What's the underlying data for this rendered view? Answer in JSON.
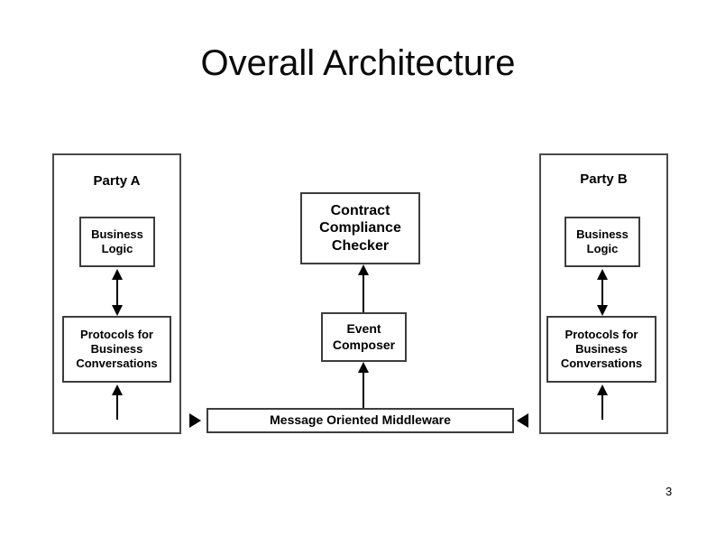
{
  "slide": {
    "title": "Overall Architecture",
    "page_number": "3",
    "background_color": "#ffffff",
    "line_color": "#000000",
    "box_border_color": "#4a4a4a"
  },
  "diagram": {
    "type": "architecture-block-diagram",
    "party_a": {
      "panel_label": "Party A",
      "business_logic": {
        "line1": "Business",
        "line2": "Logic"
      },
      "protocols": {
        "line1": "Protocols for",
        "line2": "Business",
        "line3": "Conversations"
      },
      "connector_business_logic_to_protocols": "bidirectional-vertical-arrow",
      "connector_from_middleware": "up-arrow"
    },
    "party_b": {
      "panel_label": "Party B",
      "business_logic": {
        "line1": "Business",
        "line2": "Logic"
      },
      "protocols": {
        "line1": "Protocols for",
        "line2": "Business",
        "line3": "Conversations"
      },
      "connector_business_logic_to_protocols": "bidirectional-vertical-arrow",
      "connector_from_middleware": "up-arrow"
    },
    "center": {
      "contract_compliance_checker": {
        "line1": "Contract",
        "line2": "Compliance",
        "line3": "Checker"
      },
      "event_composer": {
        "line1": "Event",
        "line2": "Composer"
      },
      "connector_event_composer_to_checker": "up-arrow",
      "connector_middleware_to_event_composer": "up-arrow"
    },
    "middleware": {
      "label": "Message Oriented Middleware",
      "left_marker": "triangle-right-icon",
      "right_marker": "triangle-left-icon"
    }
  }
}
